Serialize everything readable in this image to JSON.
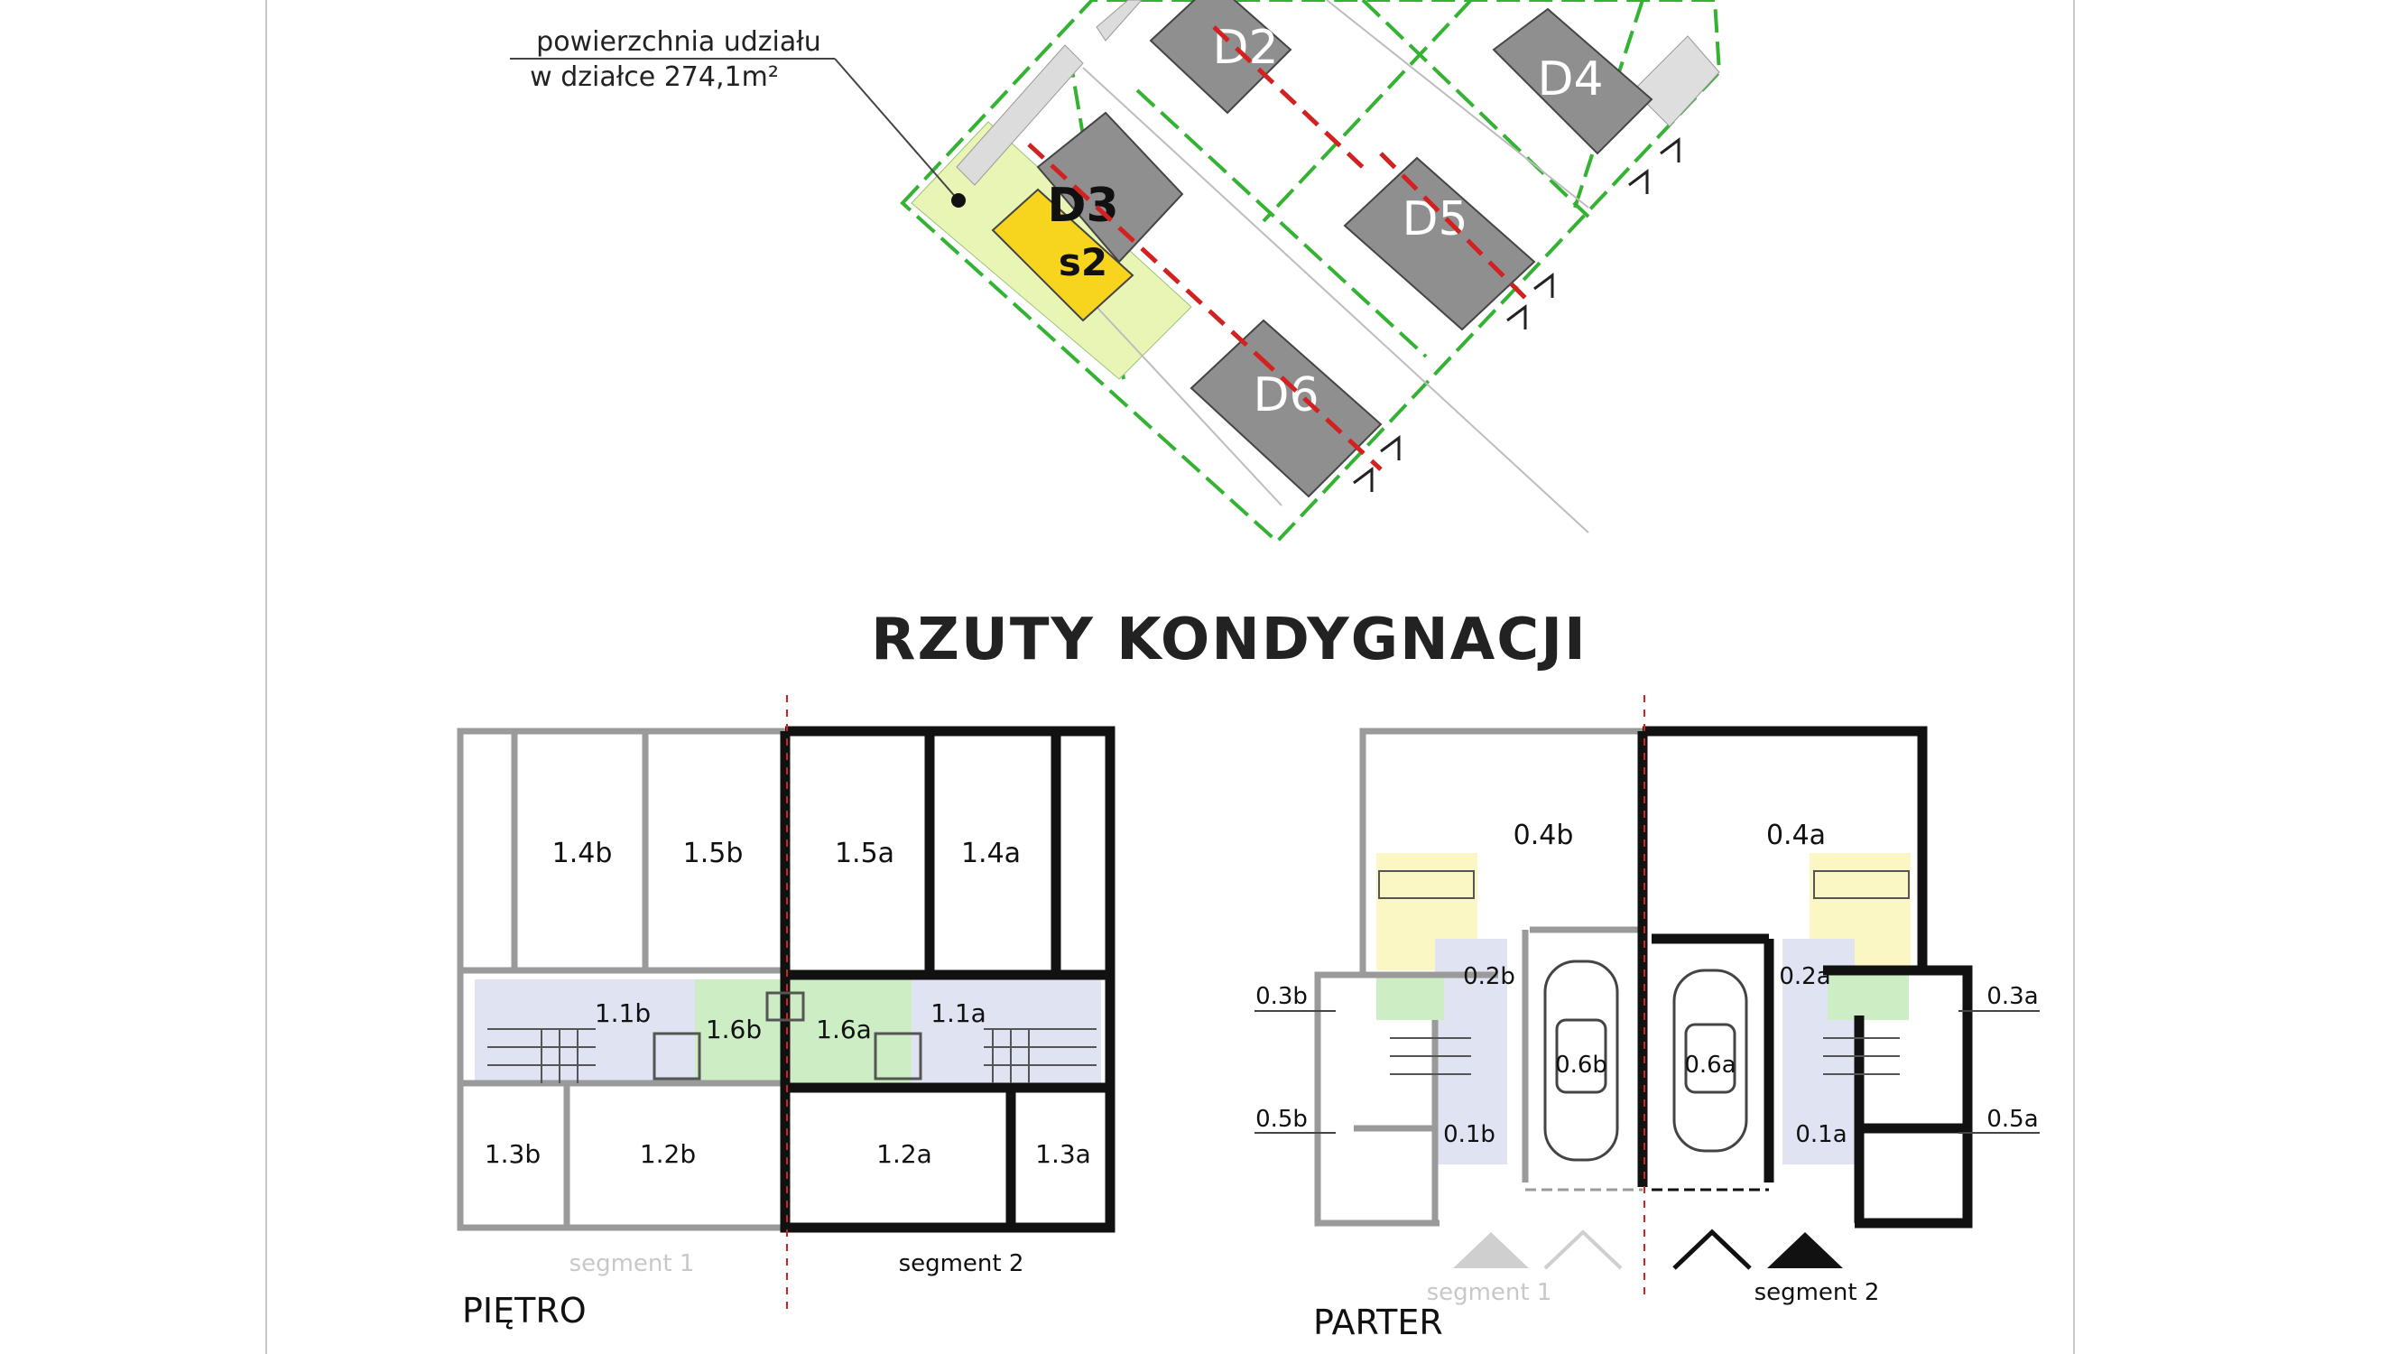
{
  "site_plan": {
    "callout": {
      "line1": "powierzchnia udziału",
      "line2": "w działce 274,1m²"
    },
    "houses": {
      "d2": "D2",
      "d3": "D3",
      "d3_segment": "s2",
      "d4": "D4",
      "d5": "D5",
      "d6": "D6"
    }
  },
  "section_title": "RZUTY KONDYGNACJI",
  "upper_floor": {
    "title": "PIĘTRO",
    "segment1_label": "segment 1",
    "segment2_label": "segment 2",
    "rooms": {
      "r14b": "1.4b",
      "r15b": "1.5b",
      "r15a": "1.5a",
      "r14a": "1.4a",
      "r11b": "1.1b",
      "r16b": "1.6b",
      "r16a": "1.6a",
      "r11a": "1.1a",
      "r13b": "1.3b",
      "r12b": "1.2b",
      "r12a": "1.2a",
      "r13a": "1.3a"
    }
  },
  "ground_floor": {
    "title": "PARTER",
    "segment1_label": "segment 1",
    "segment2_label": "segment 2",
    "rooms": {
      "r04b": "0.4b",
      "r04a": "0.4a",
      "r02b": "0.2b",
      "r02a": "0.2a",
      "r03b": "0.3b",
      "r03a": "0.3a",
      "r06b": "0.6b",
      "r06a": "0.6a",
      "r05b": "0.5b",
      "r05a": "0.5a",
      "r01b": "0.1b",
      "r01a": "0.1a"
    }
  },
  "colors": {
    "plot_boundary": "#34b233",
    "house_gray": "#8f8f8f",
    "highlight_yellow": "#f7d51e",
    "plot_share": "#e9f5b4",
    "segment_line": "#d32020",
    "hall_blue": "#dfe3f2",
    "bath_green": "#cdeec4",
    "kitchen_yellow": "#fbf7c4"
  }
}
